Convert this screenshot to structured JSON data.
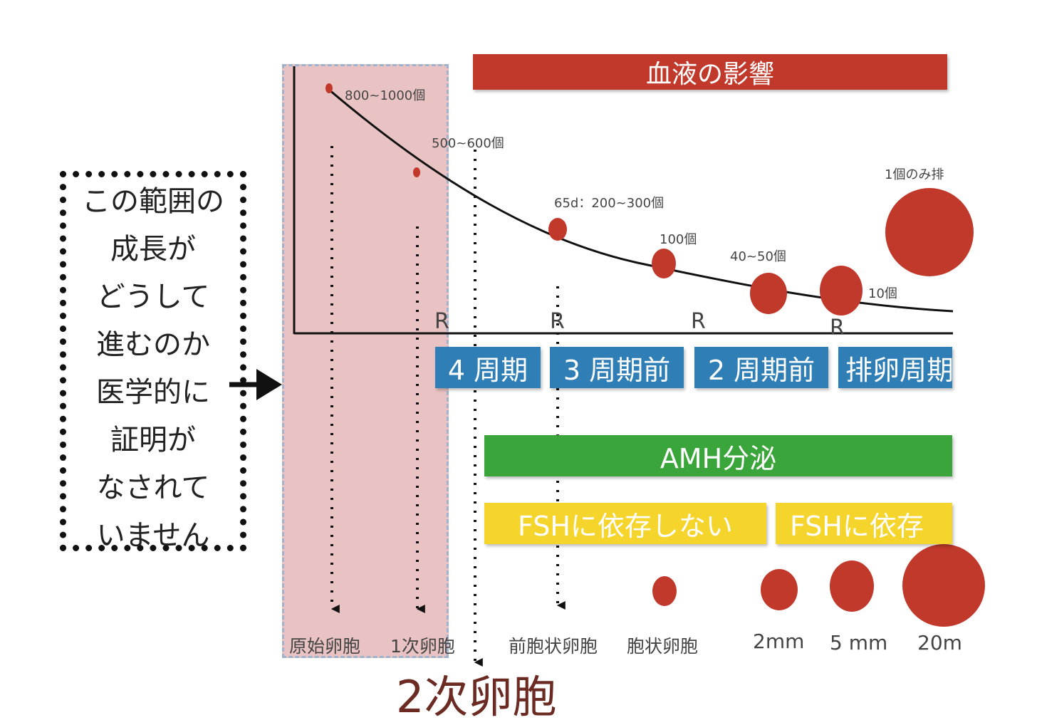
{
  "note": {
    "lines": [
      "この範囲の",
      "成長が",
      "どうして",
      "進むのか",
      "医学的に",
      "証明が",
      "なされて",
      "いません"
    ]
  },
  "header": {
    "blood_label": "血液の影響"
  },
  "counts": {
    "c1": "800~1000個",
    "c2": "500~600個",
    "c3": "65d：200~300個",
    "c4": "100個",
    "c5": "40~50個",
    "c6": "10個",
    "c7": "1個のみ排"
  },
  "r_marks": [
    "R",
    "R",
    "R",
    "R"
  ],
  "cycles": [
    "4 周期",
    "3 周期前",
    "2 周期前",
    "排卵周期"
  ],
  "amh_label": "AMH分泌",
  "fsh": [
    "FSHに依存しない",
    "FSHに依存"
  ],
  "stages": [
    "原始卵胞",
    "1次卵胞",
    "前胞状卵胞",
    "胞状卵胞",
    "2mm",
    "5 mm",
    "20m"
  ],
  "secondary_label": "2次卵胞",
  "colors": {
    "blood_bar": "#c0392b",
    "follicle": "#c0392b",
    "cycle_bar": "#2f7fb6",
    "amh_bar": "#3aa53a",
    "fsh_bar": "#f5d52b",
    "highlight_region": "#e9c2c2",
    "secondary_text": "#6b2a22"
  }
}
